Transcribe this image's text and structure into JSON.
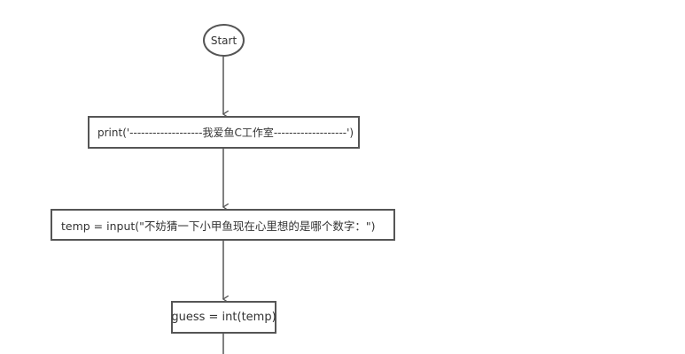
{
  "flowchart": {
    "nodes": {
      "start": {
        "text": "Start",
        "shape": "terminal"
      },
      "print": {
        "text": "print('-------------------我爱鱼C工作室-------------------')",
        "shape": "process"
      },
      "input": {
        "text": "temp = input(\"不妨猜一下小甲鱼现在心里想的是哪个数字：\")",
        "shape": "process"
      },
      "guess": {
        "text": "guess = int(temp)",
        "shape": "process"
      }
    },
    "edges": [
      {
        "from": "start",
        "to": "print"
      },
      {
        "from": "print",
        "to": "input"
      },
      {
        "from": "input",
        "to": "guess"
      },
      {
        "from": "guess",
        "to": "continues-below"
      }
    ],
    "colors": {
      "stroke": "#555555",
      "text": "#333333",
      "background": "#ffffff"
    }
  }
}
